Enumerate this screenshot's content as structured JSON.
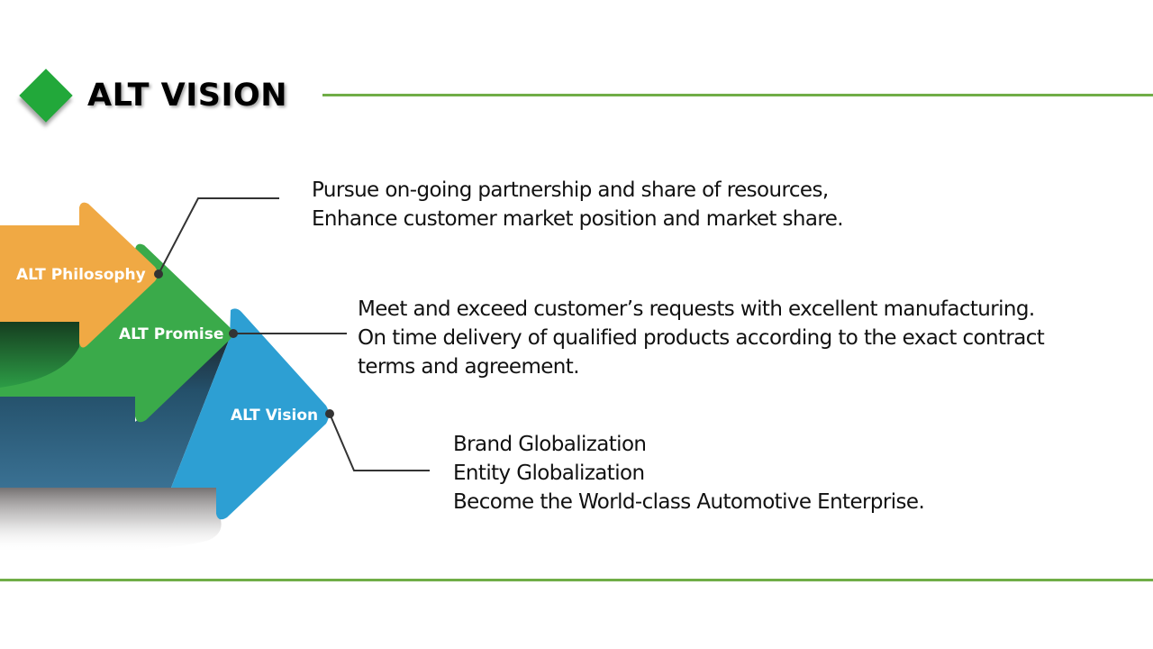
{
  "header": {
    "title": "ALT VISION",
    "accent_color": "#22a83a",
    "rule_color": "#70ad47"
  },
  "diagram": {
    "arrows": [
      {
        "label": "ALT Philosophy",
        "color": "#f0a944"
      },
      {
        "label": "ALT Promise",
        "color": "#3aaa4a"
      },
      {
        "label": "ALT Vision",
        "color": "#2d9fd3"
      }
    ]
  },
  "callouts": [
    {
      "lines": [
        "Pursue on-going partnership and share of resources,",
        "Enhance customer market position and market share."
      ]
    },
    {
      "lines": [
        "Meet and exceed customer’s requests with excellent manufacturing.",
        "On time delivery of qualified products according to the exact contract",
        "terms and agreement."
      ]
    },
    {
      "lines": [
        "Brand Globalization",
        "Entity Globalization",
        "Become the World-class Automotive Enterprise."
      ]
    }
  ]
}
